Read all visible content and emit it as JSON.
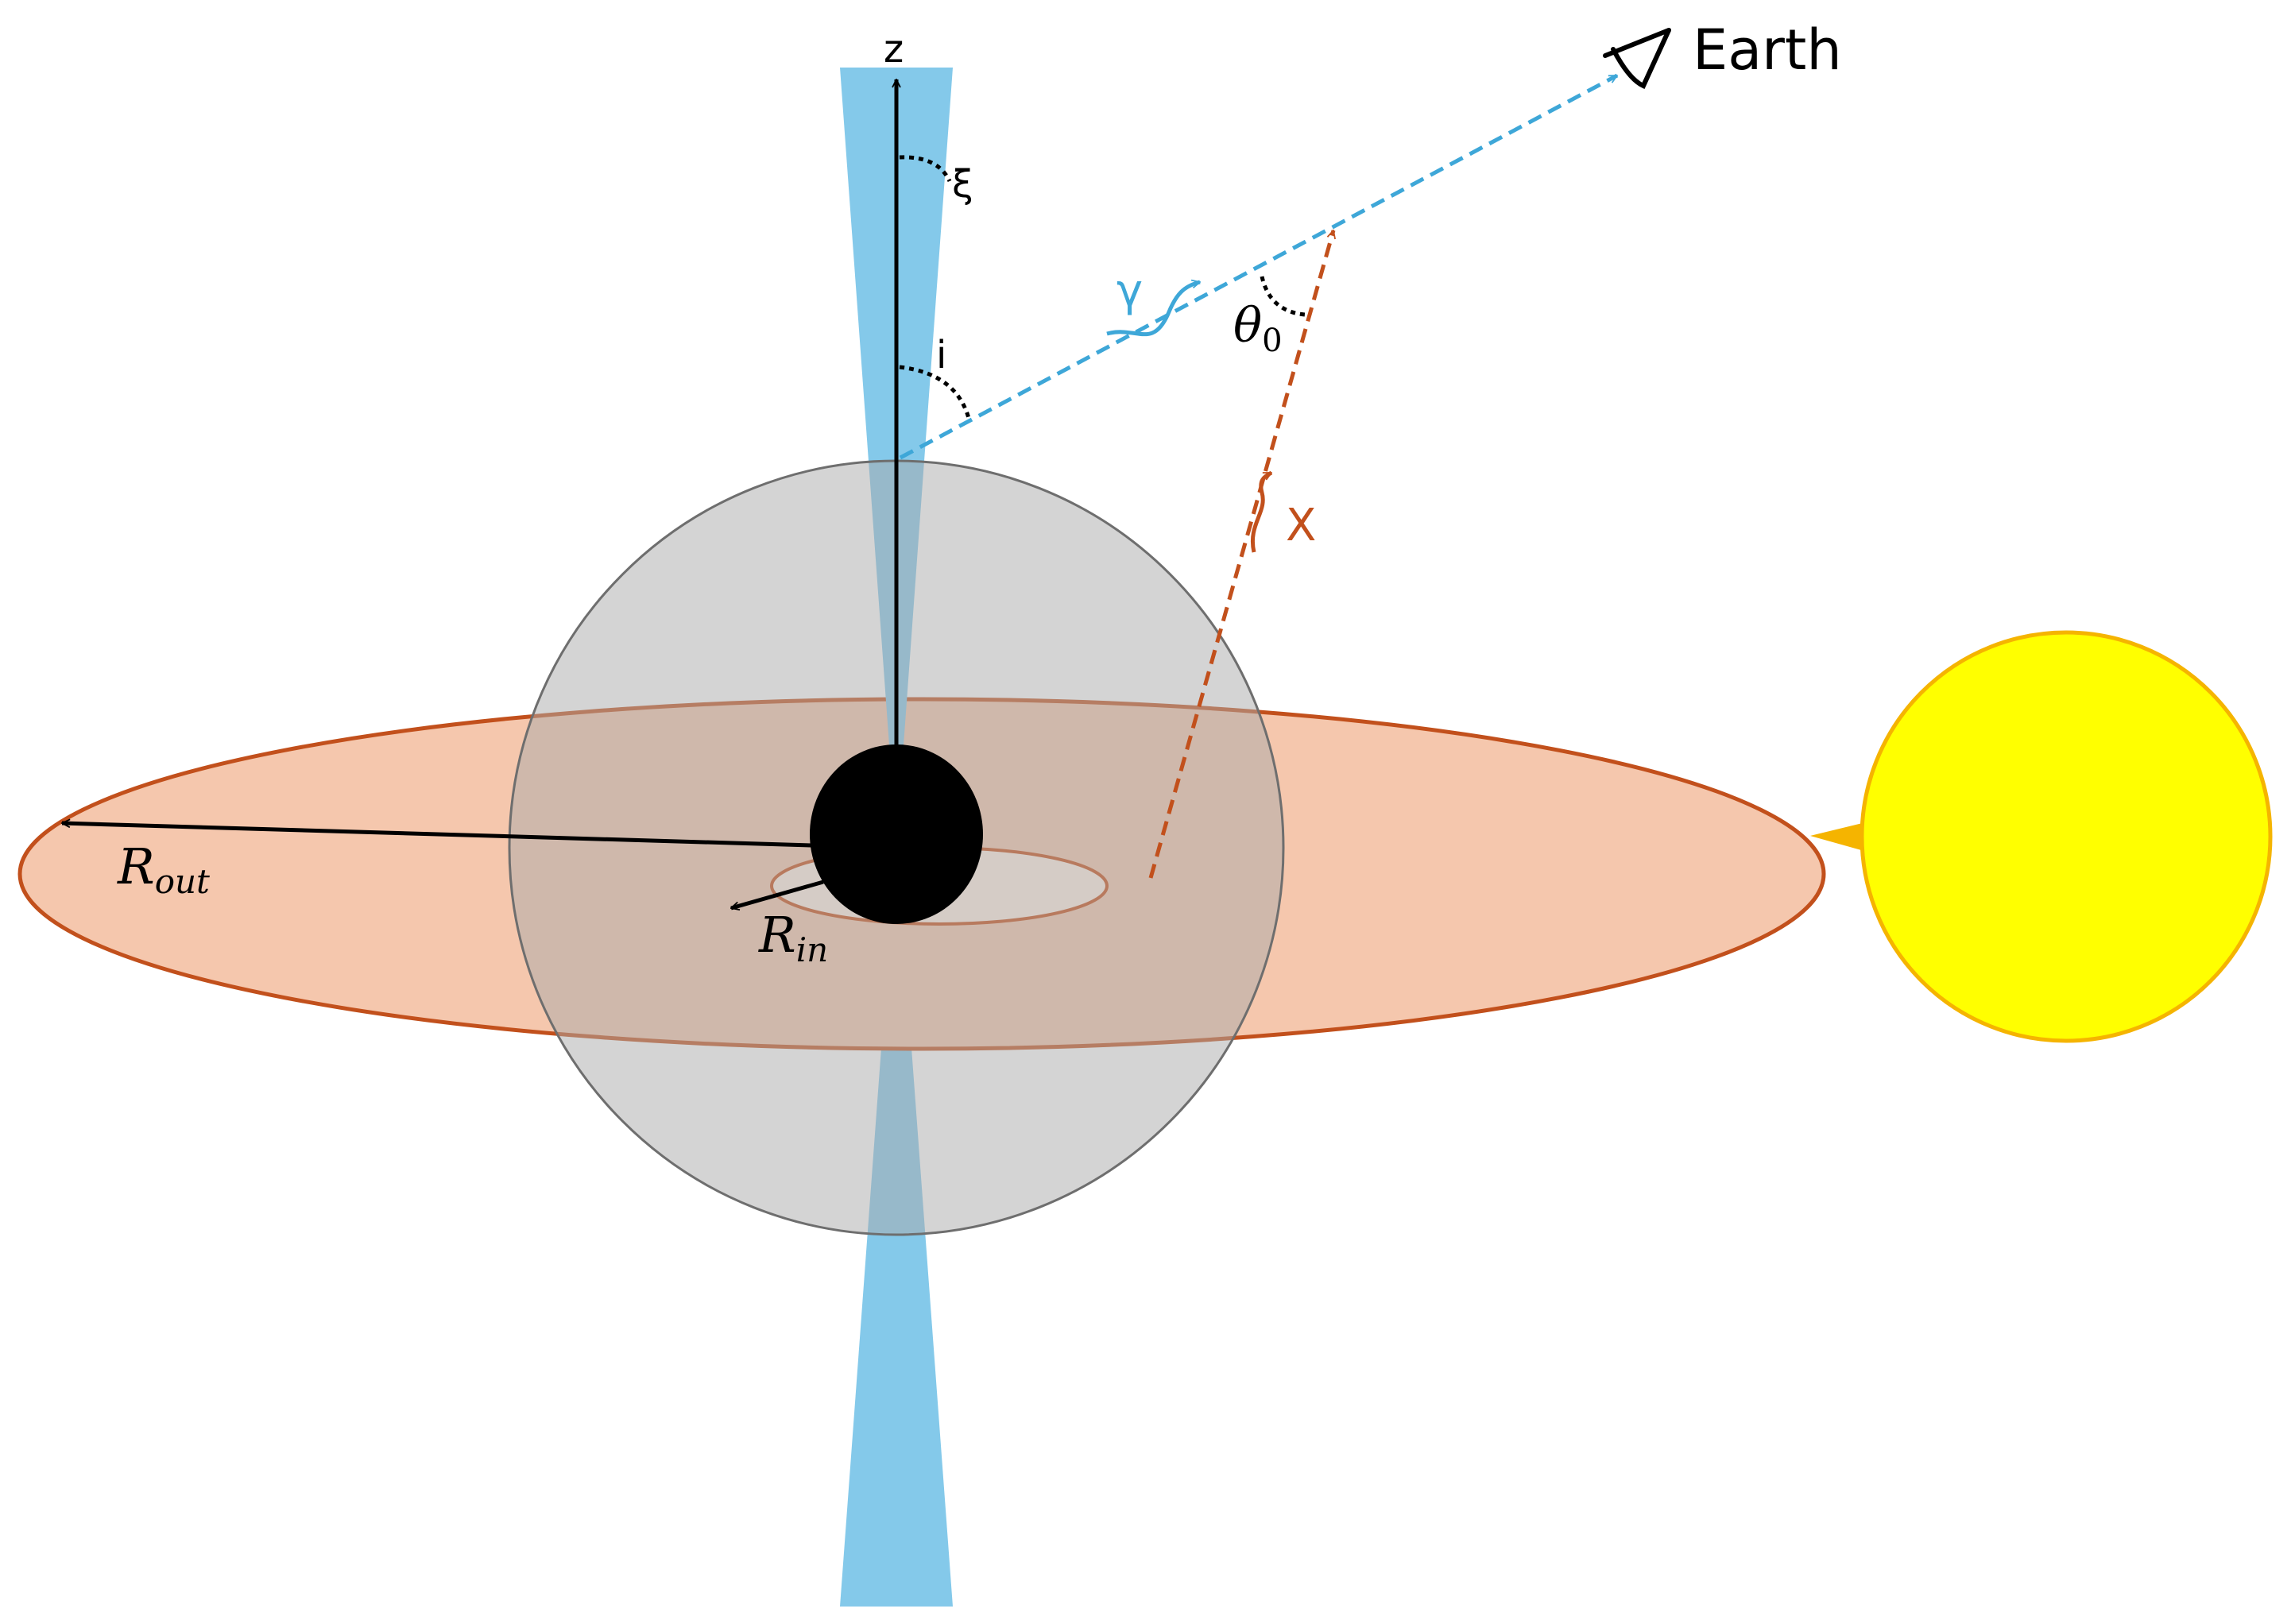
{
  "labels": {
    "z_axis": "z",
    "xi_angle": "ξ",
    "inclination_angle": "i",
    "gamma_ray": "γ",
    "theta_symbol": "θ",
    "theta_subscript": "0",
    "xray": "X",
    "earth": "Earth",
    "r_out_symbol": "R",
    "r_out_subscript": "out",
    "r_in_symbol": "R",
    "r_in_subscript": "in"
  },
  "colors": {
    "jet": "#84c9ea",
    "corona": "#a9a9a9",
    "disk_fill": "#f5c7ad",
    "disk_edge": "#c2501c",
    "inner_disk_fill": "#d9d9d9",
    "inner_disk_edge": "#b87a5e",
    "black_hole": "#000000",
    "gamma_ray": "#3ea7d8",
    "xray": "#c2501c",
    "star_fill": "#ffff00",
    "star_edge": "#f5b400",
    "angle_marks": "#000000"
  },
  "icons": {
    "observer": "eye-icon",
    "gamma_photon": "wavy-arrow-icon",
    "xray_photon": "wavy-arrow-icon"
  }
}
